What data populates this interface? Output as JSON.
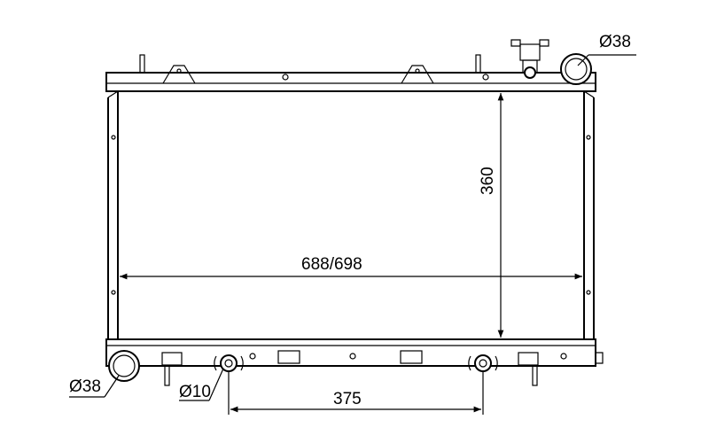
{
  "dimensions": {
    "width": "688/698",
    "height": "360",
    "pipe_spacing": "375",
    "inlet_diameter_top": "Ø38",
    "outlet_diameter_bottom": "Ø38",
    "drain_diameter": "Ø10"
  },
  "colors": {
    "line": "#000000",
    "background": "#ffffff"
  }
}
